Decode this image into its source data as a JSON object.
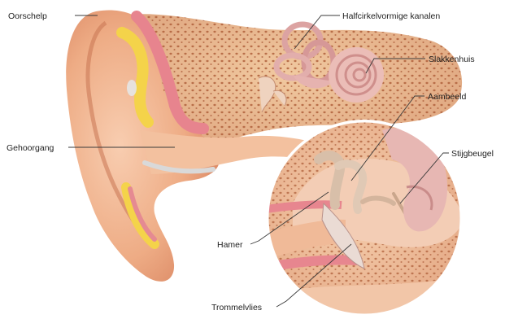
{
  "labels": {
    "oorschelp": "Oorschelp",
    "gehoorgang": "Gehoorgang",
    "halfcirkelvormige_kanalen": "Halfcirkelvormige kanalen",
    "slakkenhuis": "Slakkenhuis",
    "aambeeld": "Aambeeld",
    "stijgbeugel": "Stijgbeugel",
    "hamer": "Hamer",
    "trommelvlies": "Trommelvlies"
  },
  "colors": {
    "skin": "#f2b48c",
    "skin_dark": "#d98a62",
    "bone": "#e9b98f",
    "fat": "#f4d34a",
    "canal_pink": "#e8909a",
    "inner_ear": "#e6b3b0",
    "background": "#ffffff"
  }
}
